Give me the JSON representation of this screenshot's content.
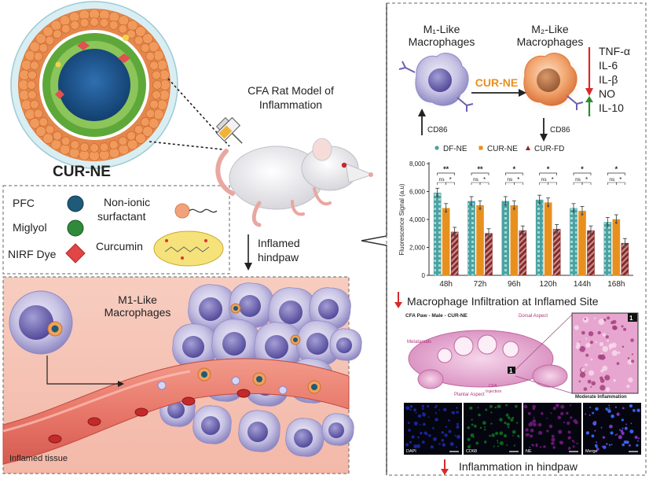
{
  "nanoemulsion": {
    "title": "CUR-NE"
  },
  "legend": {
    "items": [
      {
        "label": "PFC",
        "color": "#1f5a78"
      },
      {
        "label": "Miglyol",
        "color": "#2f8a3a"
      },
      {
        "label": "NIRF Dye",
        "color": "#e24545"
      },
      {
        "label": "Non-ionic",
        "color": "#f2a27a"
      },
      {
        "label": "surfactant"
      },
      {
        "label": "Curcumin",
        "color": "#f5e27a"
      }
    ]
  },
  "rat_model": {
    "line1": "CFA Rat Model of",
    "line2": "Inflammation"
  },
  "hindpaw": {
    "line1": "Inflamed",
    "line2": "hindpaw"
  },
  "tissue": {
    "macrophage_line1": "M1-Like",
    "macrophage_line2": "Macrophages",
    "tissue_label": "Inflamed tissue"
  },
  "polarization": {
    "m1_line1": "M₁-Like",
    "m1_line2": "Macrophages",
    "m2_line1": "M₂-Like",
    "m2_line2": "Macrophages",
    "agent": "CUR-NE",
    "marker_up": "CD86",
    "marker_down": "CD86",
    "cytokines_down": [
      "TNF-α",
      "IL-6",
      "IL-β",
      "NO"
    ],
    "cytokine_up": "IL-10",
    "down_color": "#d62a2a",
    "up_color": "#2e8b2e"
  },
  "chart_data": {
    "type": "bar",
    "categories": [
      "48h",
      "72h",
      "96h",
      "120h",
      "144h",
      "168h"
    ],
    "ylabel": "Fluorescence Signal (a.u)",
    "ylim": [
      0,
      8000
    ],
    "yticks": [
      "0",
      "2,000",
      "4,000",
      "6,000",
      "8,000"
    ],
    "yticks_values": [
      0,
      2000,
      4000,
      6000,
      8000
    ],
    "series": [
      {
        "name": "DF-NE",
        "color": "#4aa3a3",
        "values": [
          5900,
          5300,
          5300,
          5400,
          4800,
          3800
        ]
      },
      {
        "name": "CUR-NE",
        "color": "#e8901e",
        "values": [
          4800,
          5000,
          5000,
          5200,
          4600,
          4000
        ]
      },
      {
        "name": "CUR-FD",
        "color": "#8b2a2a",
        "values": [
          3100,
          3000,
          3200,
          3300,
          3200,
          2300
        ]
      }
    ],
    "significance_top": [
      "**",
      "**",
      "*",
      "*",
      "*",
      "*"
    ],
    "significance_pair": [
      "ns",
      "*"
    ]
  },
  "infiltration": {
    "text": "Macrophage Infiltration at Inflamed Site"
  },
  "histology": {
    "title": "CFA Paw - Male - CUR-NE",
    "dorsal": "Dorsal Aspect",
    "metatarsals": "Metatarsals",
    "plantar": "Plantar Aspect",
    "cfa": "CFA",
    "injection": "Injection",
    "moderate": "Moderate Inflammation",
    "marker": "1",
    "panels": [
      "DAPI",
      "CD68",
      "NE",
      "Merge"
    ]
  },
  "footer": {
    "text": "Inflammation in hindpaw"
  }
}
